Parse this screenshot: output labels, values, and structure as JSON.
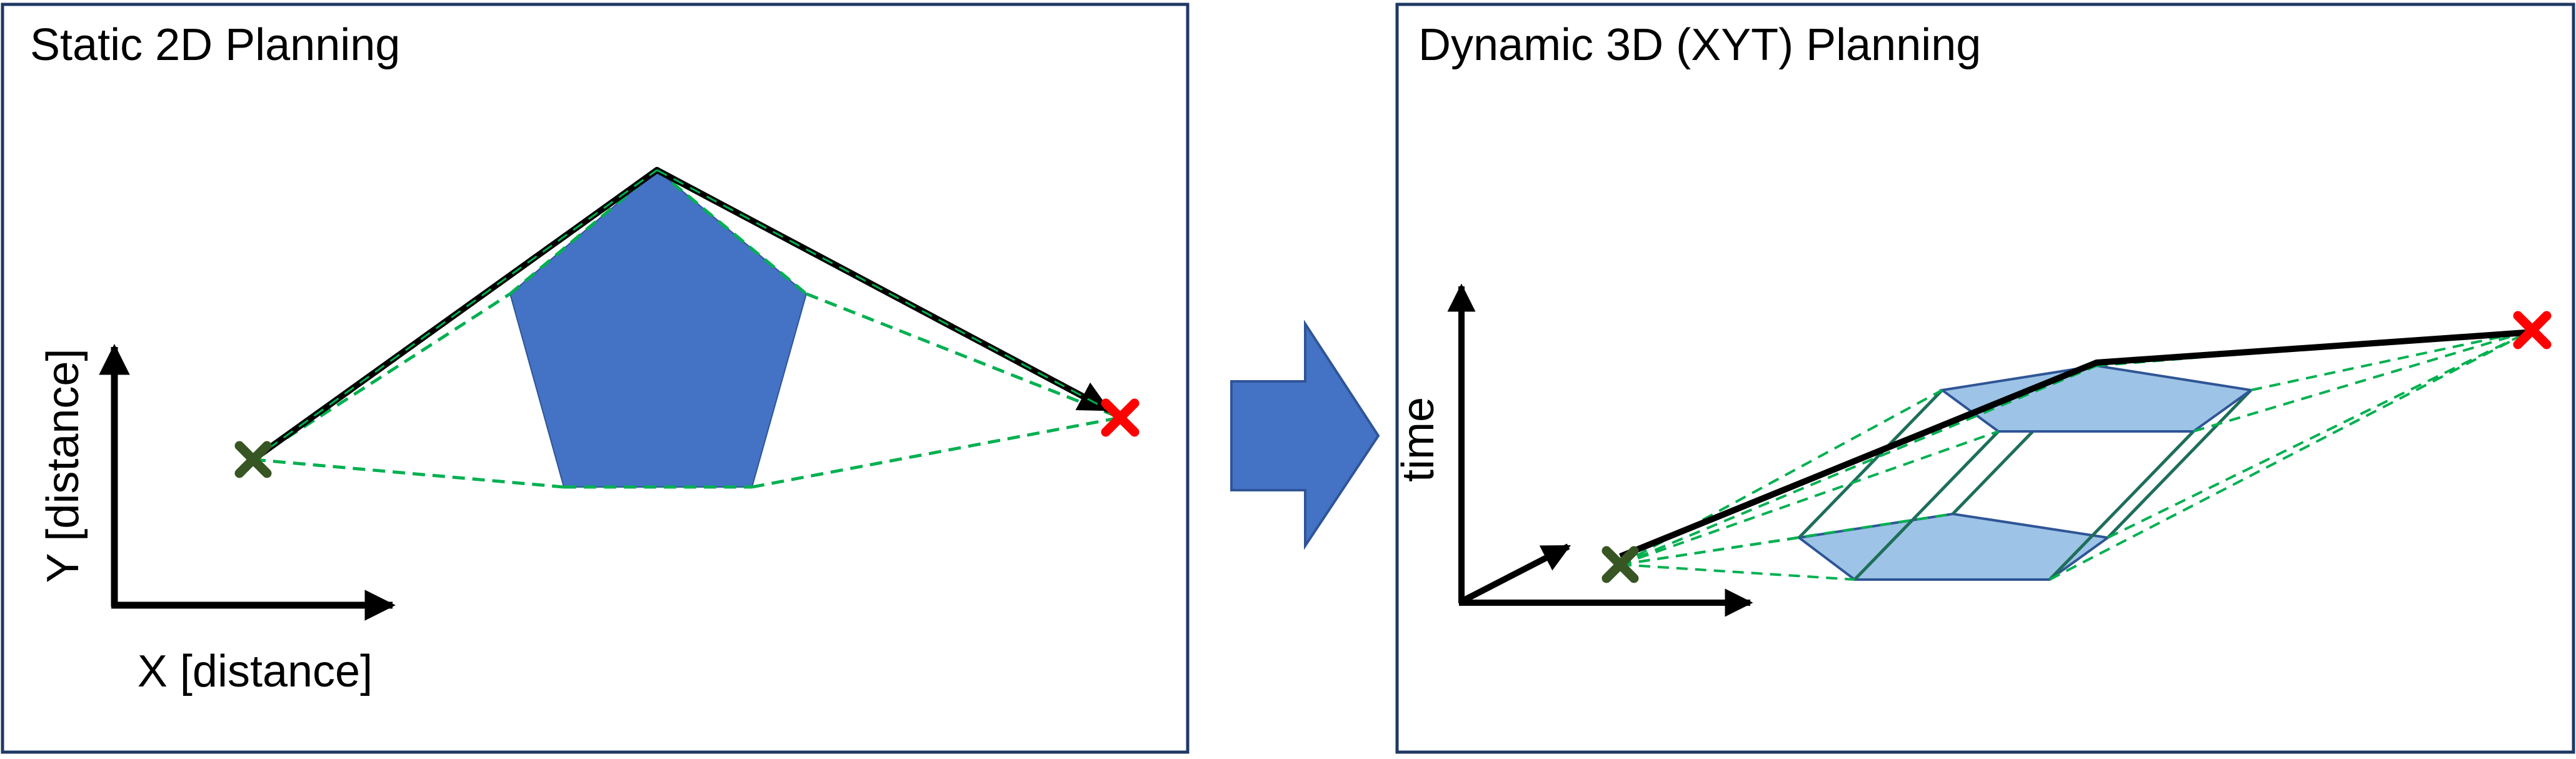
{
  "left_panel": {
    "title": "Static 2D Planning",
    "x_axis_label": "X [distance]",
    "y_axis_label": "Y [distance]"
  },
  "right_panel": {
    "title": "Dynamic 3D (XYT) Planning",
    "time_axis_label": "time"
  },
  "colors": {
    "panel_border": "#1f3864",
    "obstacle_fill": "#4472c4",
    "obstacle_fill_3d": "#9dc3e6",
    "obstacle_edge_3d": "#2f5597",
    "visibility_edges": "#00b050",
    "prism_edges": "#1e6e5a",
    "path": "#000000",
    "start_marker": "#375623",
    "goal_marker": "#ff0000",
    "arrow_fill": "#4472c4",
    "arrow_edge": "#2f5597"
  },
  "icons": {
    "start": "x-mark-icon",
    "goal": "x-mark-icon",
    "transition": "right-arrow-icon"
  }
}
